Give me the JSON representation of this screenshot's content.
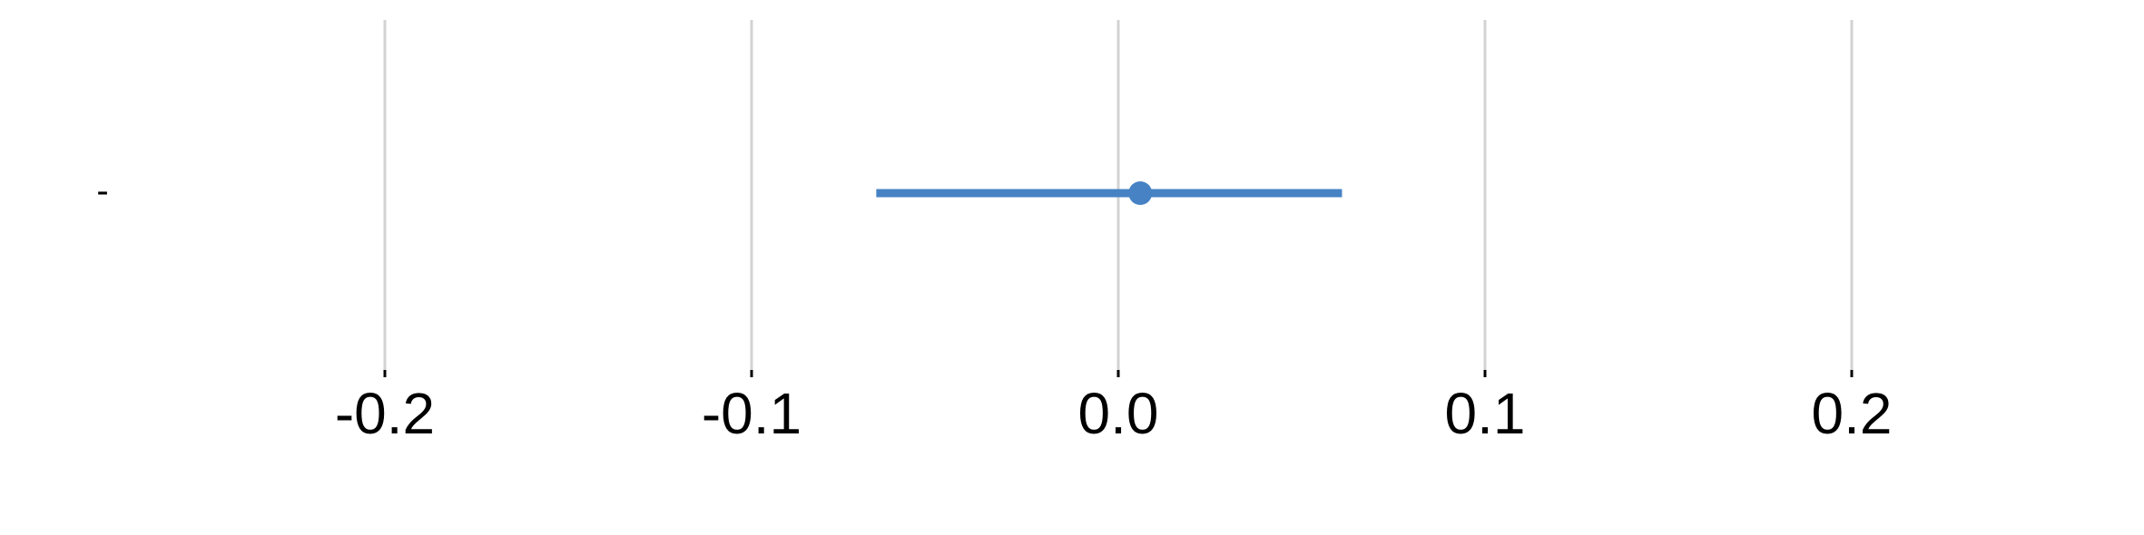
{
  "chart_data": {
    "type": "scatter",
    "title": "",
    "xlabel": "",
    "ylabel": "",
    "xlim": [
      -0.3,
      0.3
    ],
    "x_ticks": [
      -0.2,
      -0.1,
      0.0,
      0.1,
      0.2
    ],
    "x_tick_labels": [
      "-0.2",
      "-0.1",
      "0.0",
      "0.1",
      "0.2"
    ],
    "grid": true,
    "categories": [
      "-"
    ],
    "points": [
      {
        "category": "-",
        "estimate": 0.006,
        "lower": -0.066,
        "upper": 0.061
      }
    ],
    "colors": {
      "series": "#4682c4",
      "grid": "#d3d3d3",
      "tick": "#000000"
    }
  }
}
